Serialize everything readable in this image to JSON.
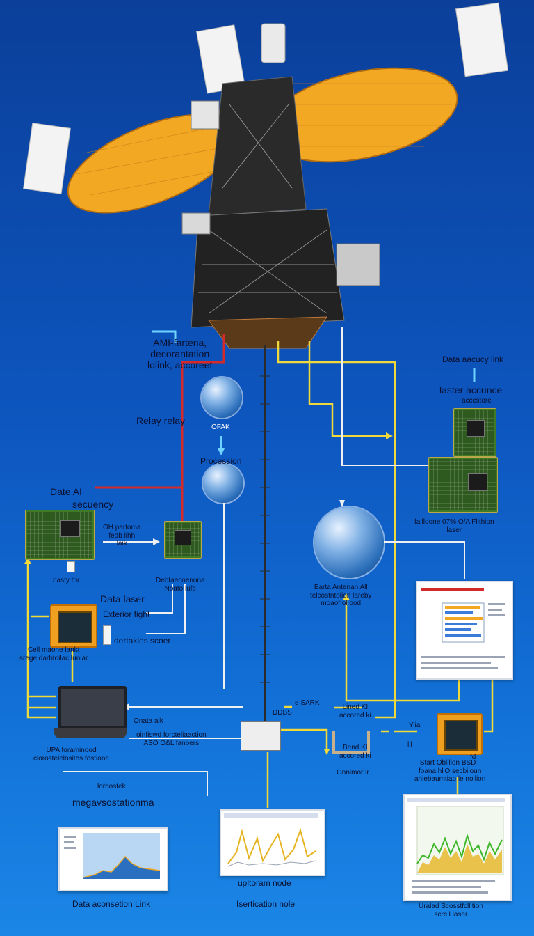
{
  "labels": {
    "antenna_orientation": "AMI-fartena,\ndecorantation\nlolink, accoreet",
    "relay": "Relay relay",
    "ofak": "OFAK",
    "procession": "Procession",
    "data_ai": "Date AI",
    "secuency": "secuency",
    "of_partoma": "OH partoma\nfedb lihh\nlaik",
    "nasty_tor": "nasty tor",
    "deb_station": "Debtaecoenona\nNoato lufe",
    "data_laser": "Data laser",
    "exterior_fight": "Exterior fight",
    "cell_machine": "Cell maone lankt\nsrege darbtoilac lunlar",
    "dertakles_scoer": "dertakles scoer",
    "data_accuracy_link": "Data aacucy link",
    "laser_accunce": "laster accunce",
    "accesore": "acccstore",
    "fail_icons": "failloone 07% O/A Flithion\nlaser",
    "earth_antenna": "Earta Antenan All\ntelcostntolion lareby\nmoaof ol ood",
    "onata_alk": "Onata alk",
    "oinfised": "oinfiswd forcteliaaction\nASO O&L fanbers",
    "upa_terminal": "UPA foraminood\nclorostelelosites fostione",
    "e_sark": "e SARK",
    "ddbs": "DDBS",
    "lined_ki": "Lined KI\naccored ki",
    "bend_ki": "Bend KI\naccored ki",
    "onnimor_ir": "Onnimor ir",
    "yia": "Yiia",
    "lil": "lil",
    "fd": "fd",
    "start_oblilion": "Start Oblilion BSDT\nfoana hl'O secbiioun\nahlebaumtiao le noilion",
    "lorbostek": "lorbostek",
    "megavsostationma": "megavsostationma",
    "data_acconsetion_link": "Data aconsetion Link",
    "uplogram_node": "upltoram node",
    "isertication_node": "Isertication nole",
    "united_scosetic": "Uralad Scosstfcllition\nscrell laser"
  },
  "colors": {
    "bg_top": "#0b3f9a",
    "bg_bottom": "#1b86e6",
    "wire_red": "#d42a2a",
    "wire_yellow": "#f2d93a",
    "wire_white": "#f0f0f0",
    "wire_gray": "#2b2b2b",
    "wire_cyan": "#6fd3ff",
    "dish_orange": "#f2a823",
    "board_green": "#2f5a1f"
  },
  "icons": [
    "satellite-dish-icon",
    "globe-icon",
    "circuit-board-icon",
    "laptop-icon",
    "orange-device-icon",
    "chart-panel-icon",
    "relay-node-icon"
  ]
}
